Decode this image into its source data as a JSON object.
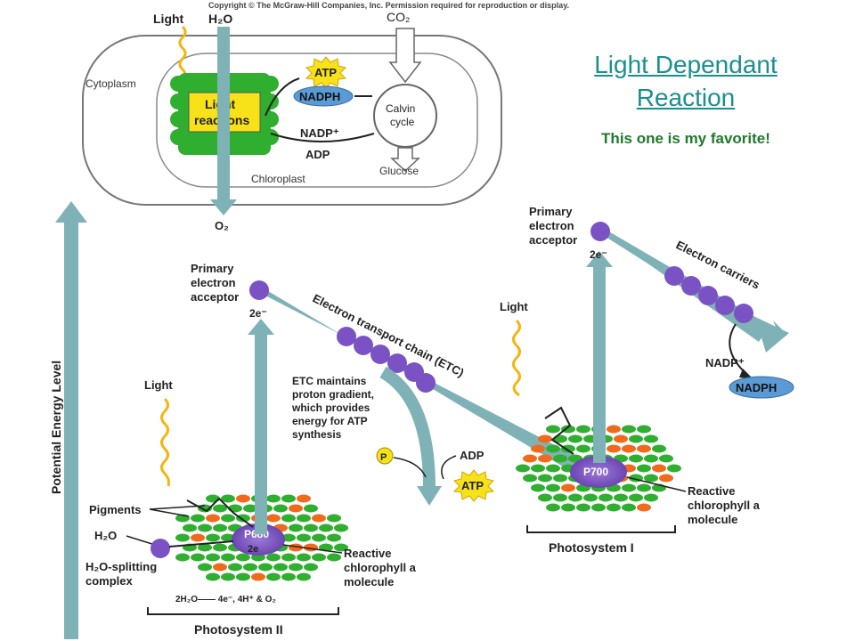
{
  "slide": {
    "title_line1": "Light Dependant",
    "title_line2": "Reaction",
    "subtitle": "This one is my favorite!"
  },
  "copyright": "Copyright © The McGraw-Hill Companies, Inc. Permission required for reproduction or display.",
  "overview": {
    "light": "Light",
    "h2o": "H₂O",
    "co2": "CO₂",
    "cytoplasm": "Cytoplasm",
    "light_reactions_1": "Light",
    "light_reactions_2": "reactions",
    "atp": "ATP",
    "nadph": "NADPH",
    "nadp": "NADP⁺",
    "adp": "ADP",
    "calvin_1": "Calvin",
    "calvin_2": "cycle",
    "chloroplast": "Chloroplast",
    "glucose": "Glucose",
    "o2": "O₂"
  },
  "diagram": {
    "axis_label": "Potential Energy Level",
    "primary_acceptor_1": "Primary",
    "primary_acceptor_2": "electron",
    "primary_acceptor_3": "acceptor",
    "two_e": "2e⁻",
    "etc_label": "Electron transport chain (ETC)",
    "etc_note_1": "ETC maintains",
    "etc_note_2": "proton gradient,",
    "etc_note_3": "which provides",
    "etc_note_4": "energy for ATP",
    "etc_note_5": "synthesis",
    "light": "Light",
    "p": "P",
    "adp": "ADP",
    "atp": "ATP",
    "electron_carriers": "Electron carriers",
    "nadp": "NADP⁺",
    "nadph": "NADPH",
    "p700": "P700",
    "p680": "P680",
    "two_e_center": "2e",
    "reactive_1": "Reactive",
    "reactive_2": "chlorophyll a",
    "reactive_3": "molecule",
    "pigments": "Pigments",
    "h2o": "H₂O",
    "splitting_1": "H₂O-splitting",
    "splitting_2": "complex",
    "equation": "2H₂O—— 4e⁻, 4H⁺ & O₂",
    "ps1": "Photosystem I",
    "ps2": "Photosystem II"
  },
  "colors": {
    "teal_arrow": "#7fb2b6",
    "carrier_purple": "#7b52c4",
    "green": "#2fae2f",
    "orange": "#ef6a1b",
    "yellow": "#f7e21a",
    "nadph_blue": "#5b9bd5",
    "title": "#1a8f8f",
    "subtitle": "#1f7a2a"
  }
}
